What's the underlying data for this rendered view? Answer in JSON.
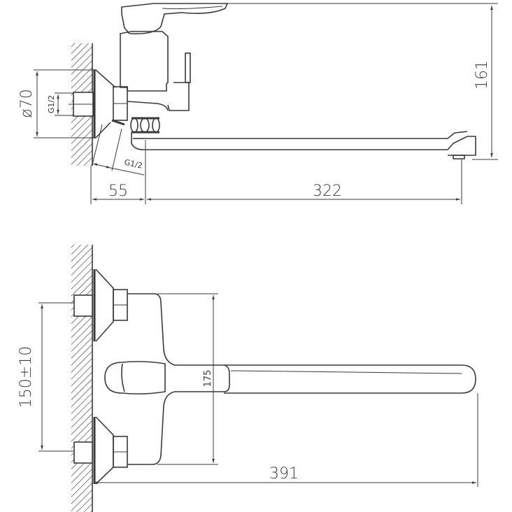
{
  "drawing": {
    "side_view": {
      "height_dim": "161",
      "flange_diameter_dim": "ø70",
      "inlet_thread_dim": "G1/2",
      "outlet_thread_dim": "G1/2",
      "wall_offset_dim": "55",
      "spout_reach_dim": "322"
    },
    "front_view": {
      "inlet_spacing_dim": "150±10",
      "body_height_dim": "175",
      "total_width_dim": "391"
    }
  }
}
